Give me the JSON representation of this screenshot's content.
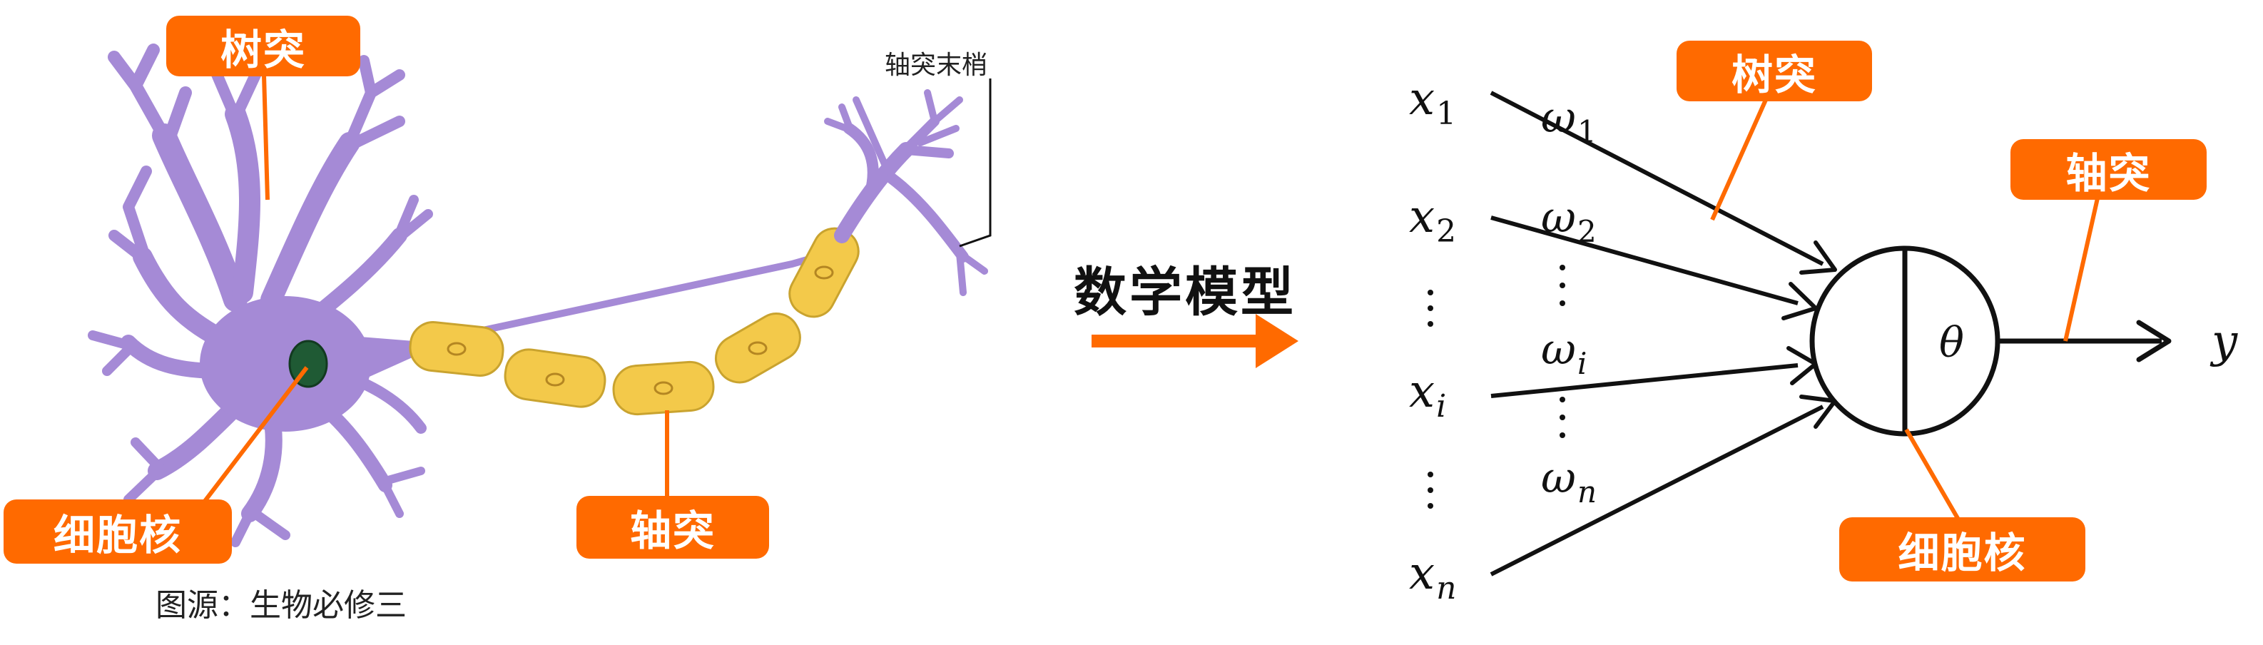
{
  "left": {
    "labels": {
      "dendrite": "树突",
      "axon_terminal": "轴突末梢",
      "nucleus": "细胞核",
      "axon": "轴突"
    },
    "source": "图源：生物必修三"
  },
  "middle": {
    "title": "数学模型"
  },
  "right": {
    "labels": {
      "dendrite": "树突",
      "axon": "轴突",
      "nucleus": "细胞核"
    },
    "inputs": [
      {
        "base": "x",
        "sub": "1"
      },
      {
        "base": "x",
        "sub": "2"
      },
      {
        "base": "x",
        "sub": "i"
      },
      {
        "base": "x",
        "sub": "n"
      }
    ],
    "weights": [
      {
        "base": "ω",
        "sub": "1"
      },
      {
        "base": "ω",
        "sub": "2"
      },
      {
        "base": "ω",
        "sub": "i"
      },
      {
        "base": "ω",
        "sub": "n"
      }
    ],
    "threshold": "θ",
    "output": "y"
  },
  "colors": {
    "accent": "#ff6a00",
    "neuron_body": "#a58ad6",
    "myelin": "#f3c94a",
    "nucleus": "#1f5a34"
  }
}
